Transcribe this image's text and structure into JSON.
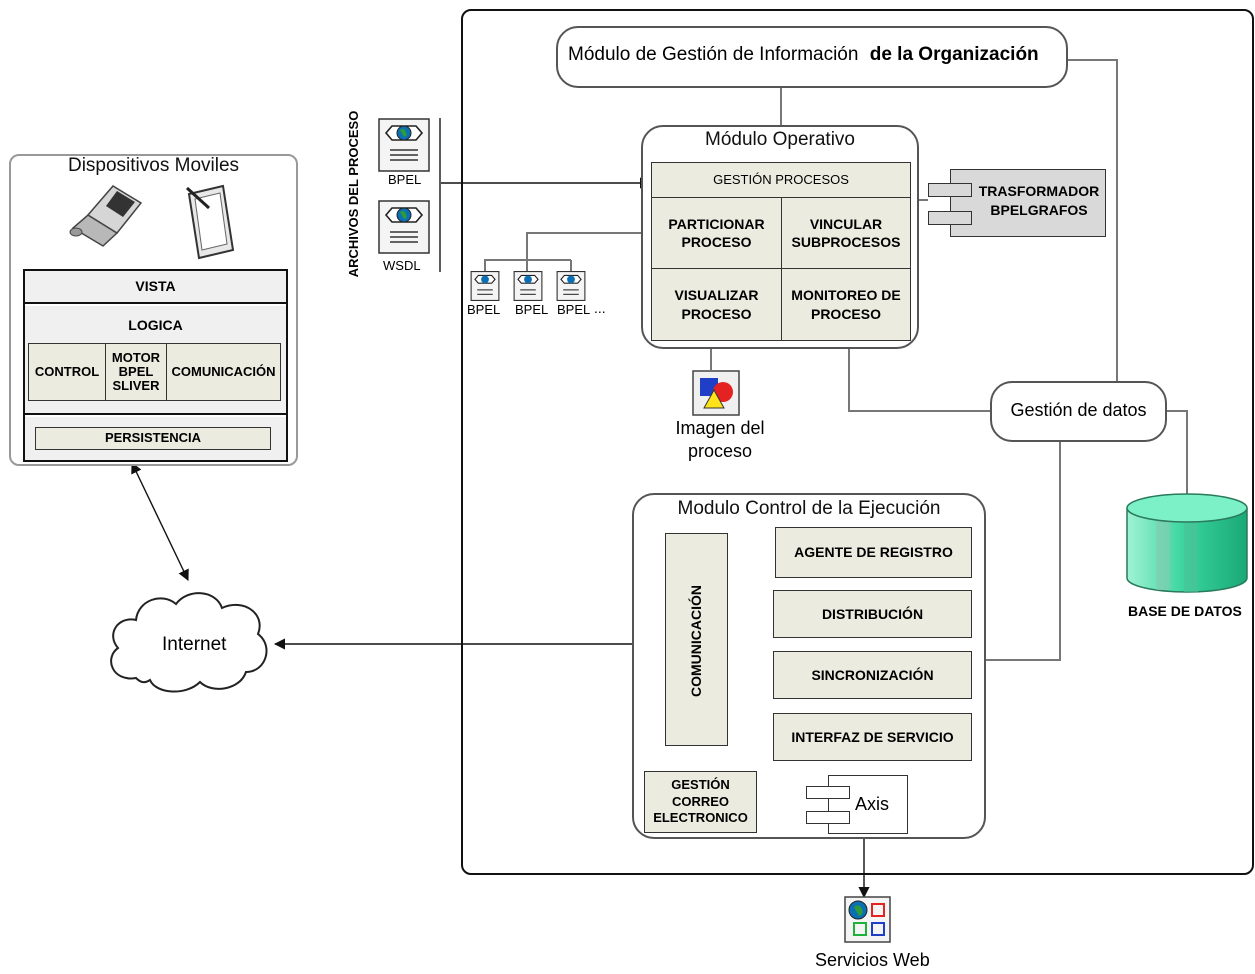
{
  "mobile": {
    "title": "Dispositivos Moviles",
    "vista": "VISTA",
    "logica": "LOGICA",
    "control": "CONTROL",
    "motor": "MOTOR BPEL SLIVER",
    "comunicacion": "COMUNICACIÓN",
    "persistencia": "PERSISTENCIA"
  },
  "internet": "Internet",
  "archivos": {
    "label": "ARCHIVOS DEL PROCESO",
    "bpel": "BPEL",
    "wsdl": "WSDL",
    "parts": [
      "BPEL",
      "BPEL",
      "BPEL"
    ],
    "ellipsis": "..."
  },
  "org_module": {
    "title_main": "Módulo de Gestión de Información",
    "title_bold": "de la Organización"
  },
  "operativo": {
    "title": "Módulo Operativo",
    "gestion": "GESTIÓN PROCESOS",
    "particionar": "PARTICIONAR PROCESO",
    "vincular": "VINCULAR SUBPROCESOS",
    "visualizar": "VISUALIZAR PROCESO",
    "monitoreo": "MONITOREO DE PROCESO"
  },
  "transformador": "TRASFORMADOR BPELGRAFOS",
  "imagen": "Imagen del proceso",
  "gestion_datos": "Gestión de datos",
  "base_datos": "BASE DE DATOS",
  "control_ejec": {
    "title": "Modulo Control de la Ejecución",
    "comunicacion": "COMUNICACIÓN",
    "agente": "AGENTE DE REGISTRO",
    "distribucion": "DISTRIBUCIÓN",
    "sincronizacion": "SINCRONIZACIÓN",
    "interfaz": "INTERFAZ DE SERVICIO",
    "correo": "GESTIÓN CORREO ELECTRONICO",
    "axis": "Axis"
  },
  "servicios_web": "Servicios Web"
}
